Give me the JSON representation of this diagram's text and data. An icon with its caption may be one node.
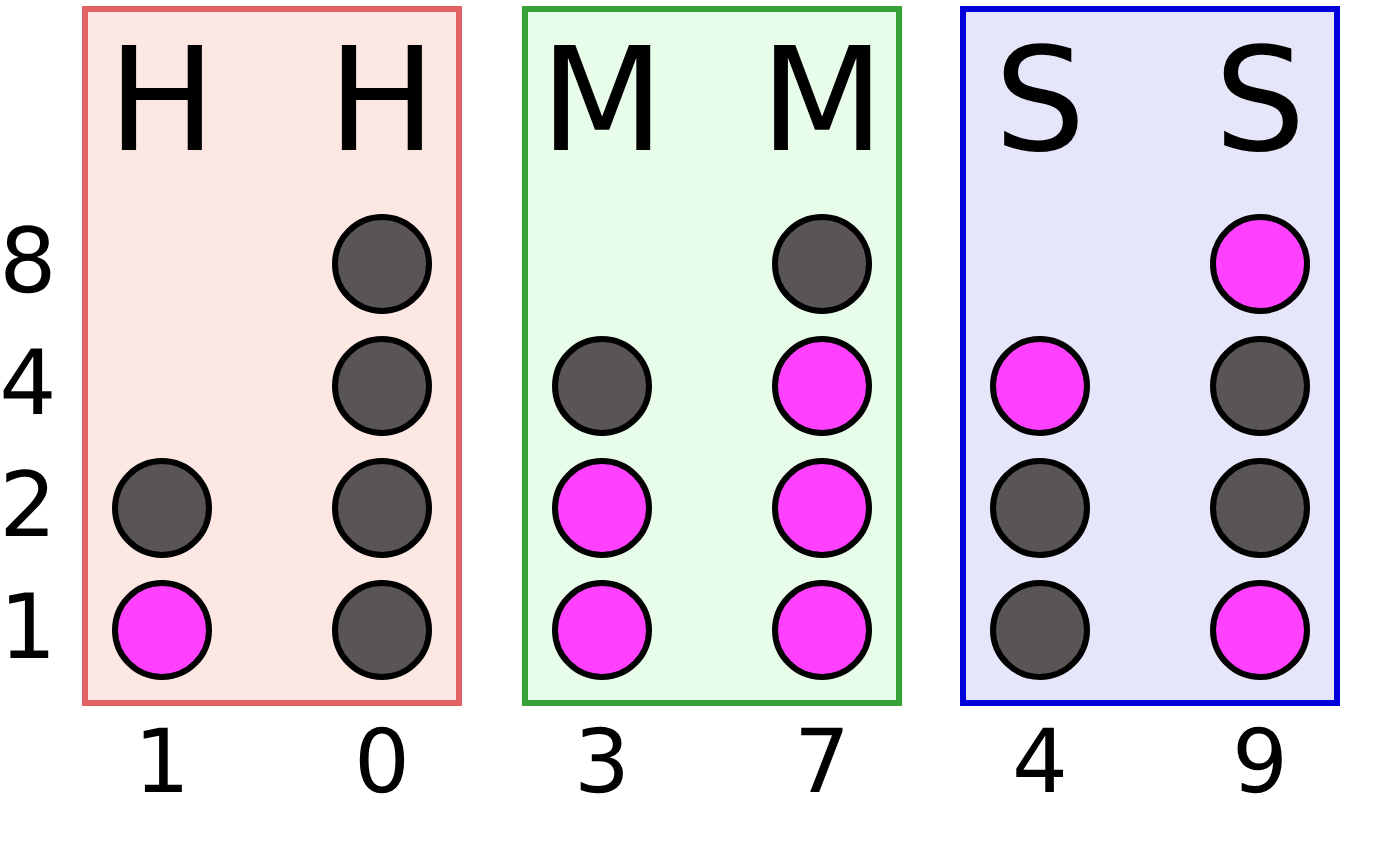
{
  "diagram": {
    "nodes": [
      {
        "text": [
          "H",
          "H"
        ],
        "beside": [
          "1",
          "0"
        ]
      },
      {
        "text": [],
        "shape": "circle",
        "in": 0
      },
      {
        "text": [],
        "shape": "circle",
        "in": 0
      },
      {
        "text": [],
        "shape": "circle",
        "in": 0
      },
      {
        "text": [],
        "shape": "circle",
        "in": 0
      },
      {
        "text": [],
        "shape": "circle",
        "in": 0
      },
      {
        "text": [],
        "shape": "circle",
        "in": 0
      },
      {
        "text": [
          "M",
          "M"
        ],
        "beside": [
          "3",
          "7"
        ]
      },
      {
        "text": [],
        "shape": "circle",
        "in": 7
      },
      {
        "text": [],
        "shape": "circle",
        "in": 7
      },
      {
        "text": [],
        "shape": "circle",
        "in": 7
      },
      {
        "text": [],
        "shape": "circle",
        "in": 7
      },
      {
        "text": [],
        "shape": "circle",
        "in": 7
      },
      {
        "text": [],
        "shape": "circle",
        "in": 7
      },
      {
        "text": [],
        "shape": "circle",
        "in": 7
      },
      {
        "text": [
          "S",
          "S"
        ],
        "beside": [
          "4",
          "9"
        ]
      },
      {
        "text": [],
        "shape": "circle",
        "in": 15
      },
      {
        "text": [],
        "shape": "circle",
        "in": 15
      },
      {
        "text": [],
        "shape": "circle",
        "in": 15
      },
      {
        "text": [],
        "shape": "circle",
        "in": 15
      },
      {
        "text": [],
        "shape": "circle",
        "in": 15
      },
      {
        "text": [],
        "shape": "circle",
        "in": 15
      },
      {
        "text": [],
        "shape": "circle",
        "in": 15
      }
    ],
    "labels": [
      "8",
      "4",
      "2",
      "1"
    ]
  }
}
